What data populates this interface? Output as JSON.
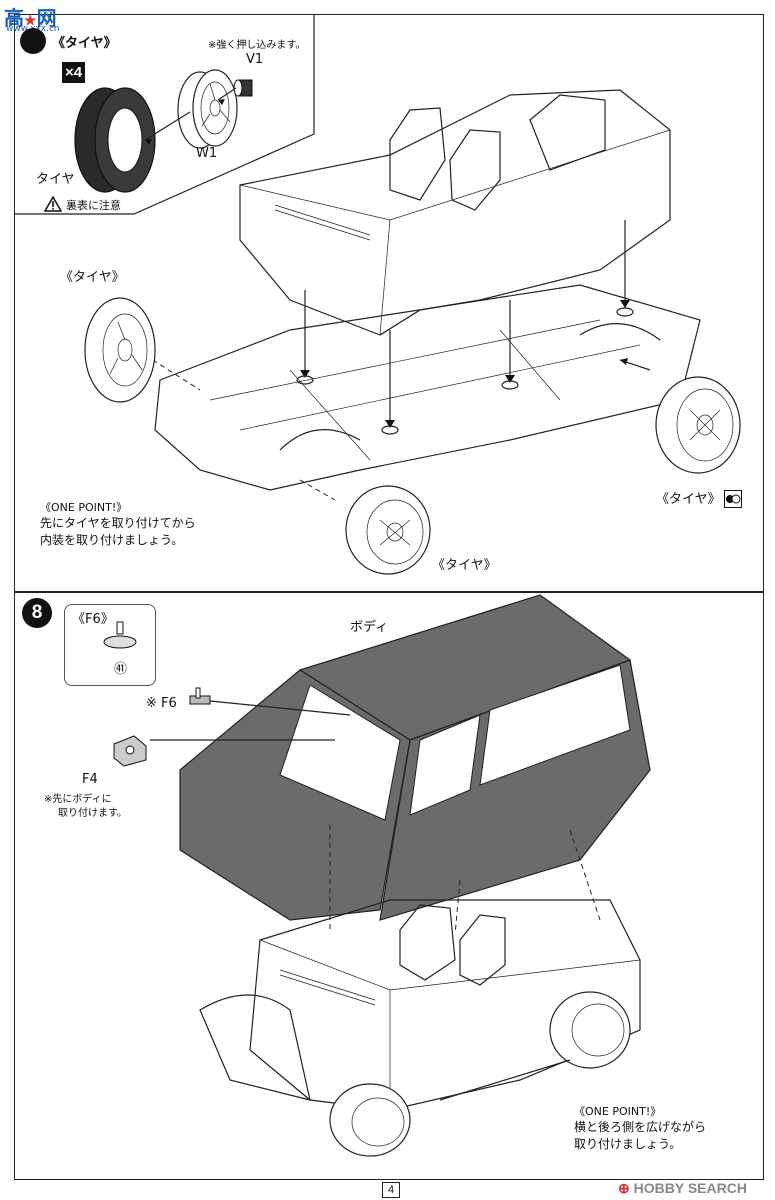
{
  "watermark_top": {
    "brand_cn": "高",
    "brand_cn2": "网",
    "domain": "www.xxx.cn"
  },
  "step7": {
    "tire_group_title": "《タイヤ》",
    "note_press": "※強く押し込みます。",
    "multiplier": "×4",
    "part_v1": "V1",
    "part_w1": "W1",
    "tire_label": "タイヤ",
    "caution": "裏表に注意",
    "tire_left_label": "《タイヤ》",
    "tire_right_label": "《タイヤ》",
    "tire_bottom_label": "《タイヤ》",
    "one_point_title": "《ONE POINT!》",
    "one_point_line1": "先にタイヤを取り付けてから",
    "one_point_line2": "内装を取り付けましょう。"
  },
  "step8": {
    "number": "8",
    "f6_box_title": "《F6》",
    "f6_box_part": "㊶",
    "body_label": "ボディ",
    "f6_label": "※ F6",
    "f4_label": "F4",
    "f4_note_line1": "※先にボディに",
    "f4_note_line2": "取り付けます。",
    "one_point_title": "《ONE POINT!》",
    "one_point_line1": "横と後ろ側を広げながら",
    "one_point_line2": "取り付けましょう。"
  },
  "footer": {
    "page_number": "4",
    "watermark": "HOBBY SEARCH"
  }
}
